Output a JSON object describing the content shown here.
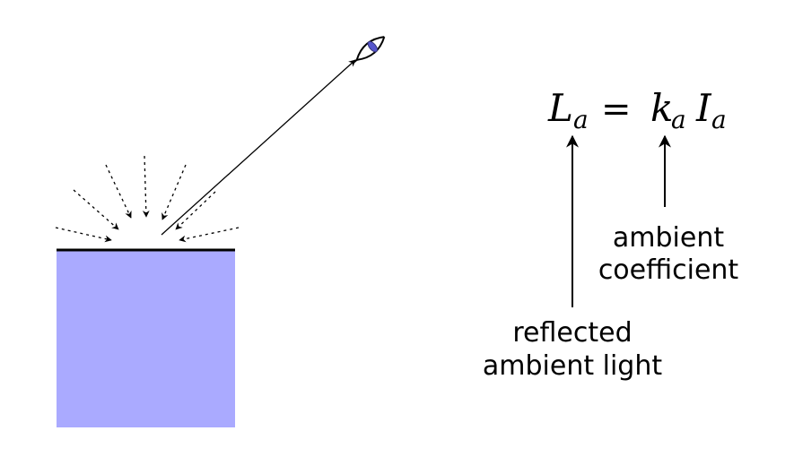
{
  "equation": {
    "lhs_symbol": "L",
    "lhs_subscript": "a",
    "equals": "=",
    "coef_symbol": "k",
    "coef_subscript": "a",
    "intensity_symbol": "I",
    "intensity_subscript": "a"
  },
  "labels": {
    "ambient_coefficient": [
      "ambient",
      "coefficient"
    ],
    "reflected_ambient_light": [
      "reflected",
      "ambient light"
    ]
  },
  "colors": {
    "surface_fill": "#aaaaff",
    "surface_edge": "#000000",
    "eye_iris": "#5555cc",
    "line": "#000000"
  },
  "icons": {
    "viewer": "eye-icon"
  }
}
